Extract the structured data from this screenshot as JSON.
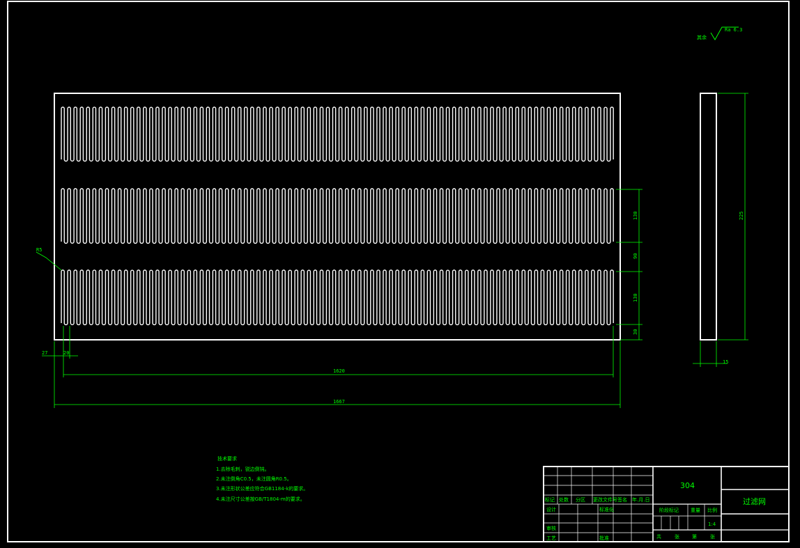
{
  "roughness": {
    "prefix": "其余",
    "value": "Ra 6.3"
  },
  "dimensions": {
    "overall_length": "1667",
    "slot_span": "1620",
    "left_offset_a": "27",
    "left_offset_b": "20",
    "radius": "R5",
    "slot_length_1": "130",
    "gap": "90",
    "slot_length_2": "130",
    "bottom_margin": "30",
    "height": "225",
    "thickness": "15"
  },
  "notes": {
    "title": "技术要求",
    "items": [
      "1.去除毛刺，锐边倒钝。",
      "2.未注倒角C0.5，未注圆角R0.5。",
      "3.未注形状公差应符合GB1184-k的要求。",
      "4.未注尺寸公差按GB/T1804-m的要求。"
    ]
  },
  "title_block": {
    "material": "304",
    "part_name": "过滤网",
    "scale": "1:4",
    "rev_headers": [
      "标记",
      "处数",
      "分区",
      "更改文件号",
      "签名",
      "年.月.日"
    ],
    "role_labels": [
      "设计",
      "标准化",
      "审核",
      "工艺",
      "批准"
    ],
    "stage_label": "阶段标记",
    "weight_label": "重量",
    "scale_label": "比例",
    "sheets": [
      "共",
      "张",
      "第",
      "张"
    ]
  },
  "colors": {
    "line": "#ffffff",
    "dimension": "#00ff00",
    "background": "#000000"
  }
}
